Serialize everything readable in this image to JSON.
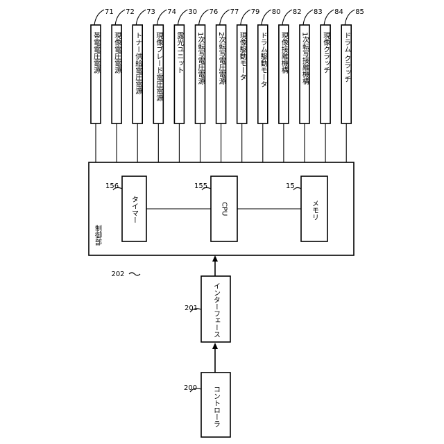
{
  "colors": {
    "line": "#000000",
    "background": "#ffffff"
  },
  "control_unit": {
    "label": "制御部",
    "ref": "202"
  },
  "timer": {
    "label": "タイマー",
    "ref": "156"
  },
  "cpu": {
    "label": "CPU",
    "ref": "155"
  },
  "memory": {
    "label": "メモリ",
    "ref": "15"
  },
  "interface": {
    "label": "インターフェース",
    "ref": "201"
  },
  "controller": {
    "label": "コントローラ",
    "ref": "200"
  },
  "outputs": [
    {
      "label": "帯電電圧電源",
      "ref": "71"
    },
    {
      "label": "現像電圧電源",
      "ref": "72"
    },
    {
      "label": "トナー供給電圧電源",
      "ref": "73"
    },
    {
      "label": "現像ブレード電圧電源",
      "ref": "74"
    },
    {
      "label": "露光ユニット",
      "ref": "30"
    },
    {
      "label": "1次転写電圧電源",
      "ref": "76"
    },
    {
      "label": "2次転写電圧電源",
      "ref": "77"
    },
    {
      "label": "現像駆動モータ",
      "ref": "79"
    },
    {
      "label": "ドラム駆動モータ",
      "ref": "80"
    },
    {
      "label": "現像接離機構",
      "ref": "82"
    },
    {
      "label": "1次転写接離機構",
      "ref": "83"
    },
    {
      "label": "現像クラッチ",
      "ref": "84"
    },
    {
      "label": "ドラム クラッチ",
      "ref": "85"
    }
  ]
}
